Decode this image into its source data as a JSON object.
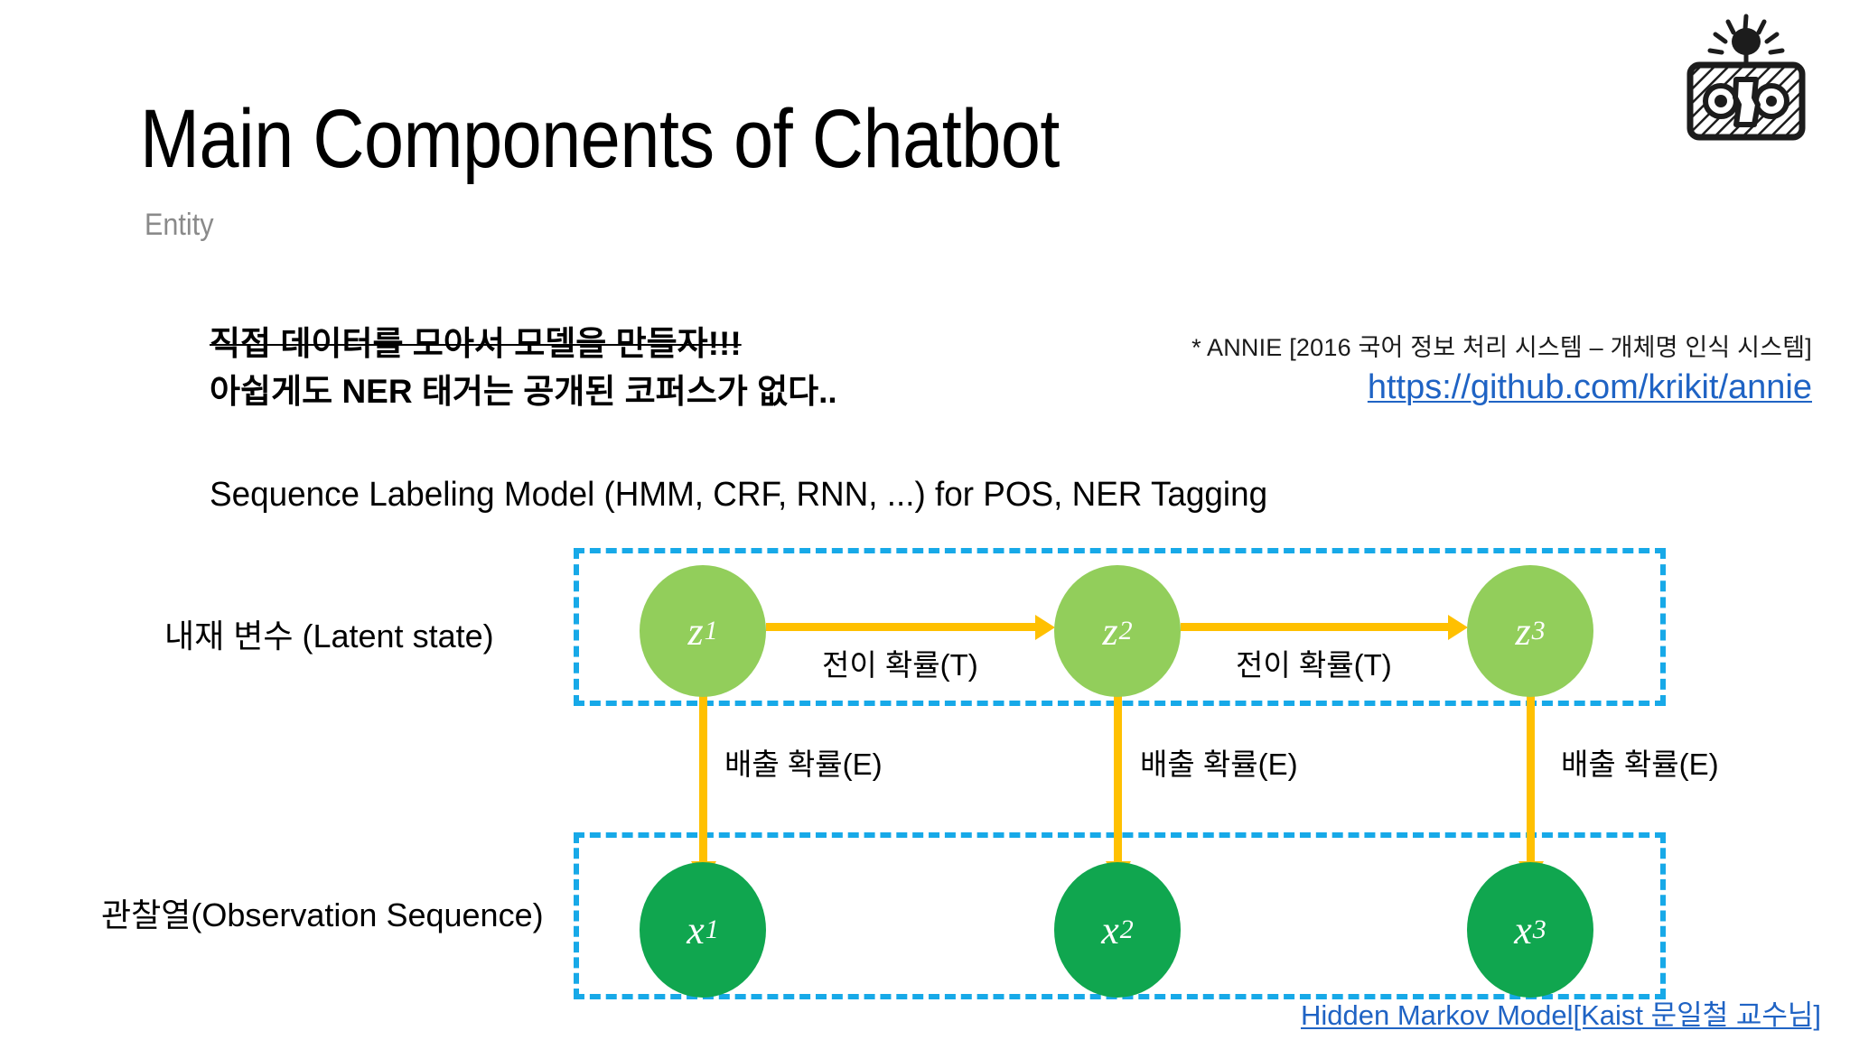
{
  "slide": {
    "title": "Main Components of Chatbot",
    "subtitle": "Entity",
    "logo_icon": "robot-head-icon"
  },
  "notes": {
    "line1_struck": "직접 데이터를 모아서 모델을 만들자!!!",
    "line2": "아쉽게도 NER 태거는 공개된 코퍼스가 없다..",
    "section_caption": "Sequence Labeling Model (HMM, CRF, RNN, ...) for POS, NER Tagging"
  },
  "reference": {
    "note": "* ANNIE [2016 국어 정보 처리 시스템 – 개체명 인식 시스템]",
    "link": "https://github.com/krikit/annie"
  },
  "diagram": {
    "row_labels": {
      "latent": "내재 변수 (Latent state)",
      "observation": "관찰열(Observation Sequence)"
    },
    "latent_nodes": [
      {
        "base": "z",
        "sub": "1"
      },
      {
        "base": "z",
        "sub": "2"
      },
      {
        "base": "z",
        "sub": "3"
      }
    ],
    "observation_nodes": [
      {
        "base": "x",
        "sub": "1"
      },
      {
        "base": "x",
        "sub": "2"
      },
      {
        "base": "x",
        "sub": "3"
      }
    ],
    "transition_labels": [
      "전이 확률(T)",
      "전이 확률(T)"
    ],
    "emission_labels": [
      "배출 확률(E)",
      "배출 확률(E)",
      "배출 확률(E)"
    ],
    "colors": {
      "latent_node": "#92CE5B",
      "observation_node": "#10A64F",
      "arrow": "#FFC000",
      "dashed_border": "#17A9E8",
      "link": "#1F63C4"
    }
  },
  "footer": {
    "source": "Hidden Markov Model[Kaist 문일철 교수님]"
  }
}
